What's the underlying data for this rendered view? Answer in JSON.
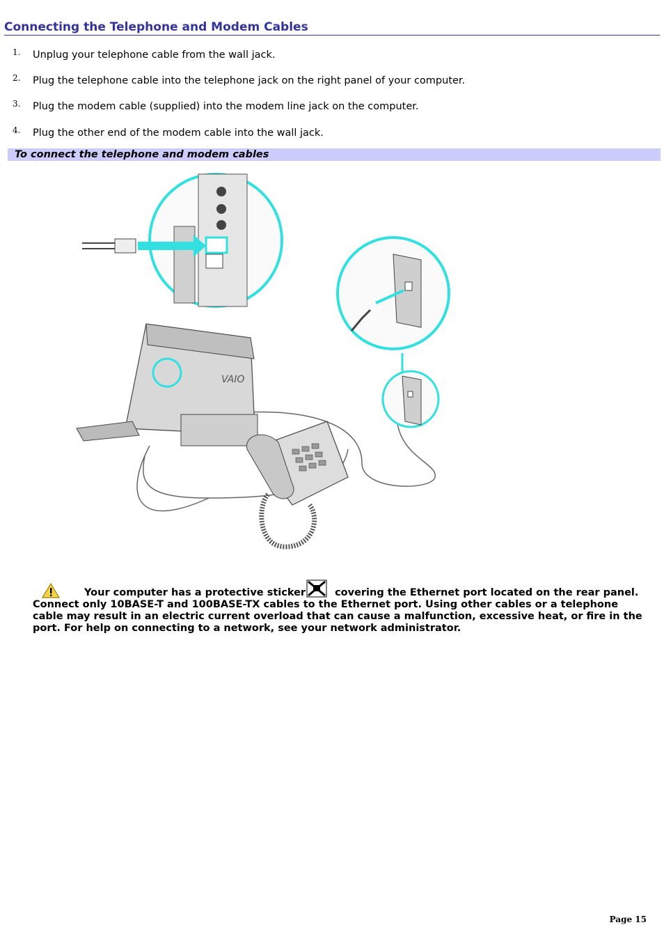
{
  "title": "Connecting the Telephone and Modem Cables",
  "steps": [
    {
      "num": "1.",
      "text": "Unplug your telephone cable from the wall jack."
    },
    {
      "num": "2.",
      "text": "Plug the telephone cable into the telephone jack on the right panel of your computer."
    },
    {
      "num": "3.",
      "text": "Plug the modem cable (supplied) into the modem line jack on the computer."
    },
    {
      "num": "4.",
      "text": "Plug the other end of the modem cable into the wall jack."
    }
  ],
  "figure_caption": "To connect the telephone and modem cables",
  "note": {
    "before_icon": "Your computer has a protective sticker",
    "after_icon": "covering the Ethernet port located on the rear panel. Connect only 10BASE-T and 100BASE-TX cables to the Ethernet port. Using other cables or a telephone cable may result in an electric current overload that can cause a malfunction, excessive heat, or fire in the port. For help on connecting to a network, see your network administrator."
  },
  "figure_logo": "VAIO",
  "page_label": "Page 15",
  "colors": {
    "heading": "#333399",
    "caption_bar": "#ccccff",
    "highlight": "#33e0e0"
  }
}
